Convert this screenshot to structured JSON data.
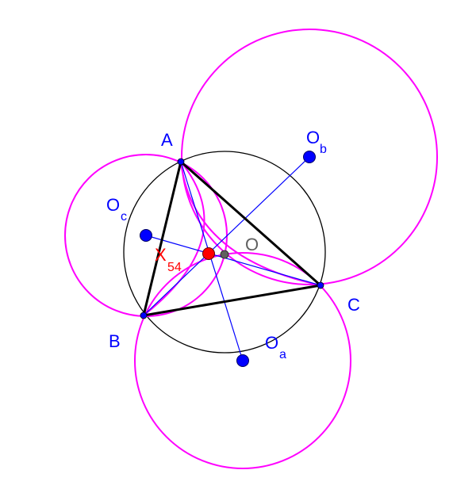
{
  "colors": {
    "background": "#ffffff",
    "circumcircle": "#000000",
    "pink_circles": "#ff00ff",
    "triangle": "#000000",
    "blue_lines": "#0000ff",
    "blue_points": "#0000ff",
    "x54_point": "#ff0000",
    "o_point": "#606060",
    "label_blue": "#0000ff",
    "label_red": "#ff0000",
    "label_gray": "#606060"
  },
  "labels": {
    "A": "A",
    "B": "B",
    "C": "C",
    "O": "O",
    "Oa_main": "O",
    "Oa_sub": "a",
    "Ob_main": "O",
    "Ob_sub": "b",
    "Oc_main": "O",
    "Oc_sub": "c",
    "X54_main": "X",
    "X54_sub": "54"
  }
}
